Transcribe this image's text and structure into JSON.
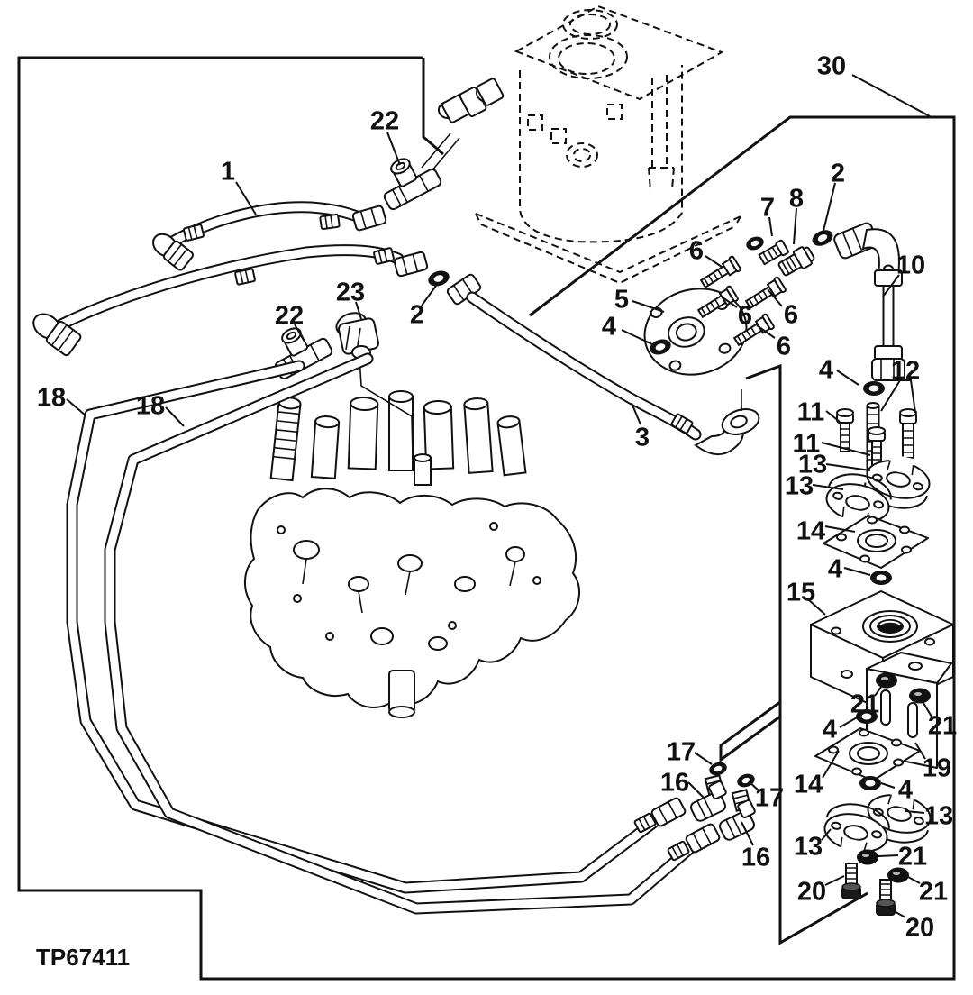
{
  "diagram": {
    "part_code": "TP67411",
    "background_color": "#ffffff",
    "line_color": "#111111",
    "callouts": [
      {
        "text": "1"
      },
      {
        "text": "22"
      },
      {
        "text": "2"
      },
      {
        "text": "22"
      },
      {
        "text": "23"
      },
      {
        "text": "18"
      },
      {
        "text": "18"
      },
      {
        "text": "30"
      },
      {
        "text": "5"
      },
      {
        "text": "4"
      },
      {
        "text": "3"
      },
      {
        "text": "6"
      },
      {
        "text": "6"
      },
      {
        "text": "6"
      },
      {
        "text": "6"
      },
      {
        "text": "7"
      },
      {
        "text": "8"
      },
      {
        "text": "2"
      },
      {
        "text": "10"
      },
      {
        "text": "4"
      },
      {
        "text": "12"
      },
      {
        "text": "11"
      },
      {
        "text": "11"
      },
      {
        "text": "13"
      },
      {
        "text": "13"
      },
      {
        "text": "14"
      },
      {
        "text": "4"
      },
      {
        "text": "15"
      },
      {
        "text": "21"
      },
      {
        "text": "21"
      },
      {
        "text": "4"
      },
      {
        "text": "14"
      },
      {
        "text": "19"
      },
      {
        "text": "4"
      },
      {
        "text": "13"
      },
      {
        "text": "13"
      },
      {
        "text": "21"
      },
      {
        "text": "20"
      },
      {
        "text": "21"
      },
      {
        "text": "20"
      },
      {
        "text": "17"
      },
      {
        "text": "16"
      },
      {
        "text": "17"
      },
      {
        "text": "16"
      }
    ]
  }
}
